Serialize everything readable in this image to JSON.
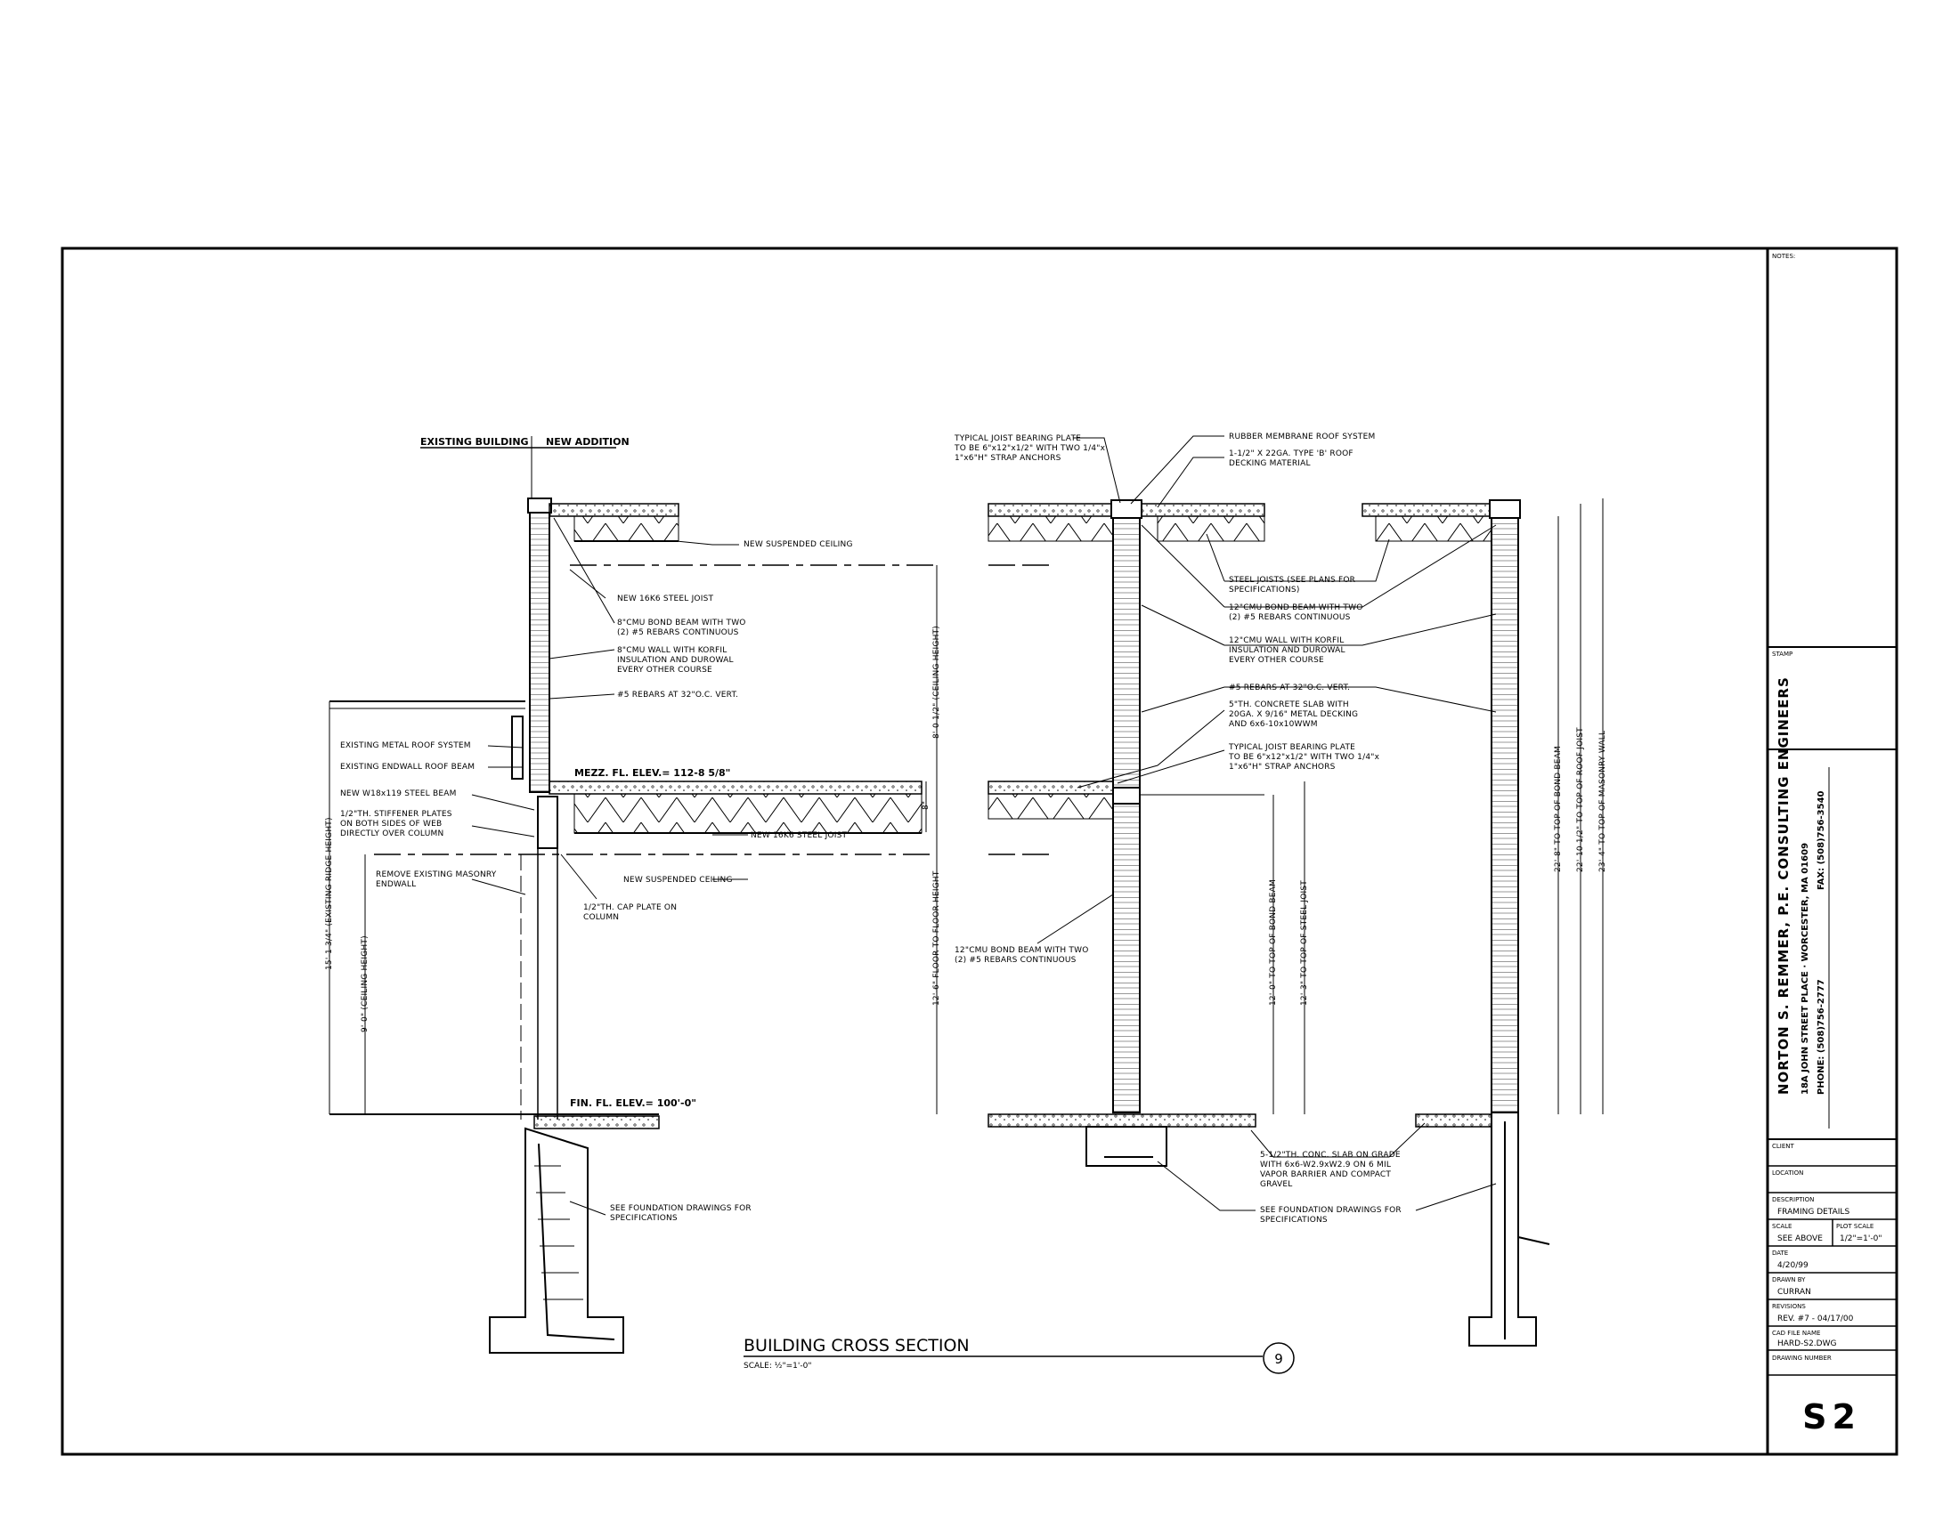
{
  "drawing": {
    "title": "BUILDING CROSS SECTION",
    "scale_note": "SCALE: ½\"=1'-0\"",
    "detail_number": "9"
  },
  "labels": {
    "existing_building": "EXISTING BUILDING",
    "new_addition": "NEW ADDITION",
    "mezz_elev": "MEZZ. FL. ELEV.= 112-8 5/8\"",
    "fin_elev": "FIN. FL. ELEV.= 100'-0\"",
    "left": [
      "NEW SUSPENDED CEILING",
      "NEW 16K6 STEEL JOIST",
      "8\"CMU BOND BEAM WITH TWO",
      "(2) #5 REBARS CONTINUOUS",
      "8\"CMU WALL WITH KORFIL",
      "INSULATION AND DUROWAL",
      "EVERY OTHER COURSE",
      "#5 REBARS AT 32\"O.C. VERT.",
      "EXISTING METAL ROOF SYSTEM",
      "EXISTING ENDWALL ROOF BEAM",
      "NEW W18x119 STEEL BEAM",
      "1/2\"TH. STIFFENER PLATES",
      "ON BOTH SIDES OF WEB",
      "DIRECTLY OVER COLUMN",
      "NEW 16K6 STEEL JOIST",
      "REMOVE EXISTING MASONRY",
      "ENDWALL",
      "NEW SUSPENDED CEILING",
      "1/2\"TH. CAP PLATE ON",
      "COLUMN",
      "SEE FOUNDATION DRAWINGS FOR",
      "SPECIFICATIONS"
    ],
    "right": [
      "TYPICAL JOIST BEARING PLATE",
      "TO BE 6\"x12\"x1/2\" WITH TWO 1/4\"x",
      "1\"x6\"H\" STRAP ANCHORS",
      "RUBBER MEMBRANE ROOF SYSTEM",
      "1-1/2\" X 22GA. TYPE 'B' ROOF",
      "DECKING MATERIAL",
      "STEEL JOISTS (SEE PLANS FOR",
      "SPECIFICATIONS)",
      "12\"CMU BOND BEAM WITH TWO",
      "(2) #5 REBARS CONTINUOUS",
      "12\"CMU WALL WITH KORFIL",
      "INSULATION AND DUROWAL",
      "EVERY OTHER COURSE",
      "#5 REBARS AT 32\"O.C. VERT.",
      "5\"TH. CONCRETE SLAB WITH",
      "20GA. X 9/16\" METAL DECKING",
      "AND 6x6-10x10WWM",
      "TYPICAL JOIST BEARING PLATE",
      "TO BE 6\"x12\"x1/2\" WITH TWO 1/4\"x",
      "1\"x6\"H\" STRAP ANCHORS",
      "12\"CMU BOND BEAM WITH TWO",
      "(2) #5 REBARS CONTINUOUS",
      "5-1/2\"TH. CONC. SLAB ON GRADE",
      "WITH 6x6-W2.9xW2.9 ON 6 MIL",
      "VAPOR BARRIER AND COMPACT",
      "GRAVEL",
      "SEE FOUNDATION DRAWINGS FOR",
      "SPECIFICATIONS"
    ],
    "dims": {
      "ceiling_8": "8'-0 1/2\" (CEILING HEIGHT)",
      "floor_12": "12'-6\" FLOOR TO FLOOR HEIGHT",
      "ridge": "15'-1 3/4\" (EXISTING RIDGE HEIGHT)",
      "ceiling_9": "9'-0\" (CEILING HEIGHT)",
      "eight_in": "8\"",
      "bond12": "12'-0\" TO TOP OF BOND BEAM",
      "joist12": "12'-3\" TO TOP OF STEEL JOIST",
      "bond22": "22'-8\" TO TOP OF BOND BEAM",
      "roof22": "22'-10 1/2\" TO TOP OF ROOF JOIST",
      "wall23": "23'-4\" TO TOP OF MASONRY WALL"
    }
  },
  "title_block": {
    "notes_label": "NOTES:",
    "stamp_label": "STAMP",
    "firm": "NORTON S. REMMER, P.E. CONSULTING ENGINEERS",
    "address": "18A JOHN STREET PLACE  ·  WORCESTER, MA 01609",
    "phone": "PHONE: (508)756-2777",
    "fax": "FAX: (508)756-3540",
    "client_label": "CLIENT",
    "location_label": "LOCATION",
    "description_label": "DESCRIPTION",
    "description": "FRAMING DETAILS",
    "scale_label": "SCALE",
    "scale": "SEE ABOVE",
    "plot_scale_label": "PLOT SCALE",
    "plot_scale": "1/2\"=1'-0\"",
    "date_label": "DATE",
    "date": "4/20/99",
    "drawn_by_label": "DRAWN BY",
    "drawn_by": "CURRAN",
    "revisions_label": "REVISIONS",
    "revisions": "REV. #7 - 04/17/00",
    "cad_label": "CAD FILE NAME",
    "cad_file": "HARD-S2.DWG",
    "drawing_number_label": "DRAWING NUMBER",
    "drawing_number": "S2"
  }
}
